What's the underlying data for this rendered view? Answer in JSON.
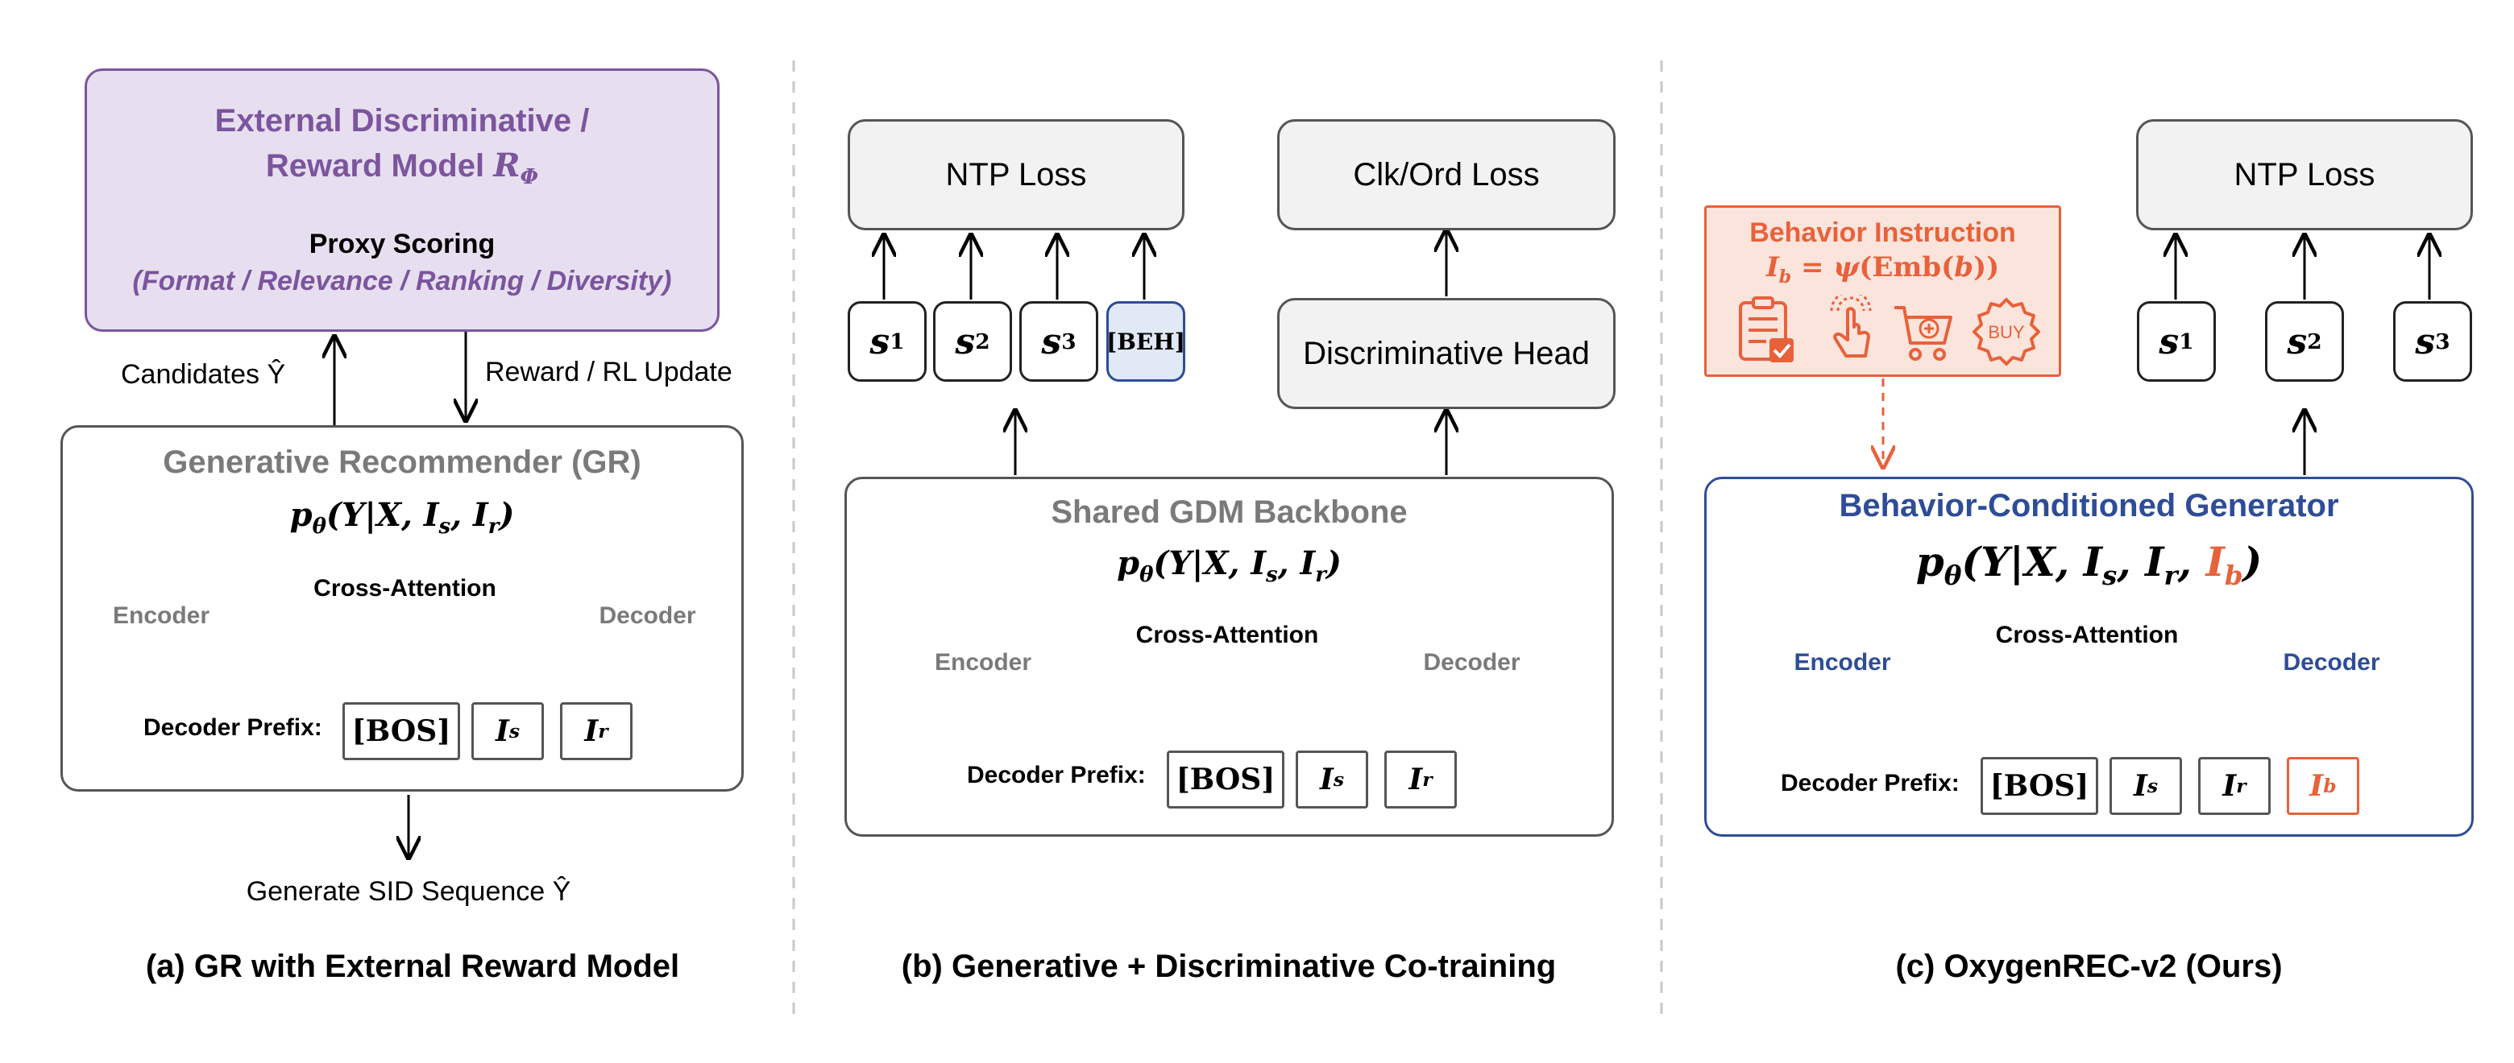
{
  "panel_a": {
    "reward_title": "External Discriminative / Reward Model R",
    "reward_title_line1": "External Discriminative /",
    "reward_title_line2": "Reward Model",
    "reward_symbol": "RΦ",
    "proxy_title": "Proxy Scoring",
    "proxy_sub": "(Format / Relevance / Ranking / Diversity)",
    "candidates_label": "Candidates Ŷ",
    "reward_update_label": "Reward / RL Update",
    "gr_title": "Generative Recommender (GR)",
    "formula": "pθ(Y|X, Is, Ir)",
    "encoder": "Encoder",
    "decoder": "Decoder",
    "cross_attention": "Cross-Attention",
    "prefix_label": "Decoder Prefix:",
    "tokens": [
      "[BOS]",
      "Is",
      "Ir"
    ],
    "output_label": "Generate SID Sequence Ŷ",
    "caption": "(a) GR with External Reward Model"
  },
  "panel_b": {
    "ntp_loss": "NTP Loss",
    "clk_loss": "Clk/Ord Loss",
    "disc_head": "Discriminative Head",
    "s_tokens": [
      "s1",
      "s2",
      "s3"
    ],
    "beh_token": "[BEH]",
    "backbone_title": "Shared GDM Backbone",
    "formula": "pθ(Y|X, Is, Ir)",
    "encoder": "Encoder",
    "decoder": "Decoder",
    "cross_attention": "Cross-Attention",
    "prefix_label": "Decoder Prefix:",
    "tokens": [
      "[BOS]",
      "Is",
      "Ir"
    ],
    "caption": "(b) Generative + Discriminative Co-training"
  },
  "panel_c": {
    "instr_title": "Behavior Instruction",
    "instr_formula": "Ib = ψ(Emb(b))",
    "icons": [
      "checklist-icon",
      "tap-icon",
      "cart-add-icon",
      "buy-badge-icon"
    ],
    "buy_text": "BUY",
    "ntp_loss": "NTP Loss",
    "s_tokens": [
      "s1",
      "s2",
      "s3"
    ],
    "gen_title": "Behavior-Conditioned Generator",
    "formula": "pθ(Y|X, Is, Ir, Ib)",
    "encoder": "Encoder",
    "decoder": "Decoder",
    "cross_attention": "Cross-Attention",
    "prefix_label": "Decoder Prefix:",
    "tokens": [
      "[BOS]",
      "Is",
      "Ir",
      "Ib"
    ],
    "caption": "(c) OxygenREC-v2 (Ours)"
  },
  "colors": {
    "purple": "#7b559d",
    "purple_fill": "#e7dff0",
    "blue": "#2e4d97",
    "blue_fill": "#d3ddf0",
    "orange": "#e8613a",
    "gray_text": "#7a7a7a",
    "box_fill": "#f2f2f2"
  }
}
